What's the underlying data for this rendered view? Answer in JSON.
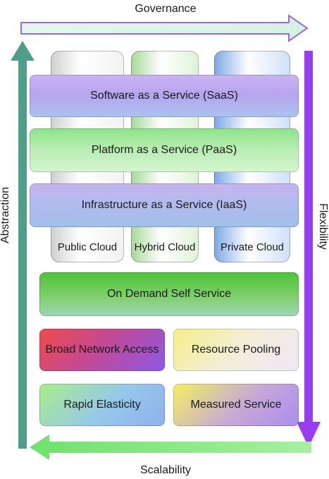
{
  "axes": {
    "top": "Governance",
    "bottom": "Scalability",
    "left": "Abstraction",
    "right": "Flexibility"
  },
  "layers": {
    "saas": "Software as a Service (SaaS)",
    "paas": "Platform as a Service (PaaS)",
    "iaas": "Infrastructure as a Service (IaaS)"
  },
  "clouds": {
    "public": "Public Cloud",
    "hybrid": "Hybrid Cloud",
    "private": "Private Cloud"
  },
  "characteristics": {
    "on_demand": "On Demand Self Service",
    "broad_network": "Broad Network Access",
    "resource_pooling": "Resource Pooling",
    "rapid_elasticity": "Rapid Elasticity",
    "measured_service": "Measured Service"
  },
  "colors": {
    "governance_arrow": "#d9f5e6",
    "abstraction_arrow": "#4f9e8a",
    "flexibility_arrow": "#9a3cf0",
    "scalability_arrow": "#7ee37a"
  }
}
